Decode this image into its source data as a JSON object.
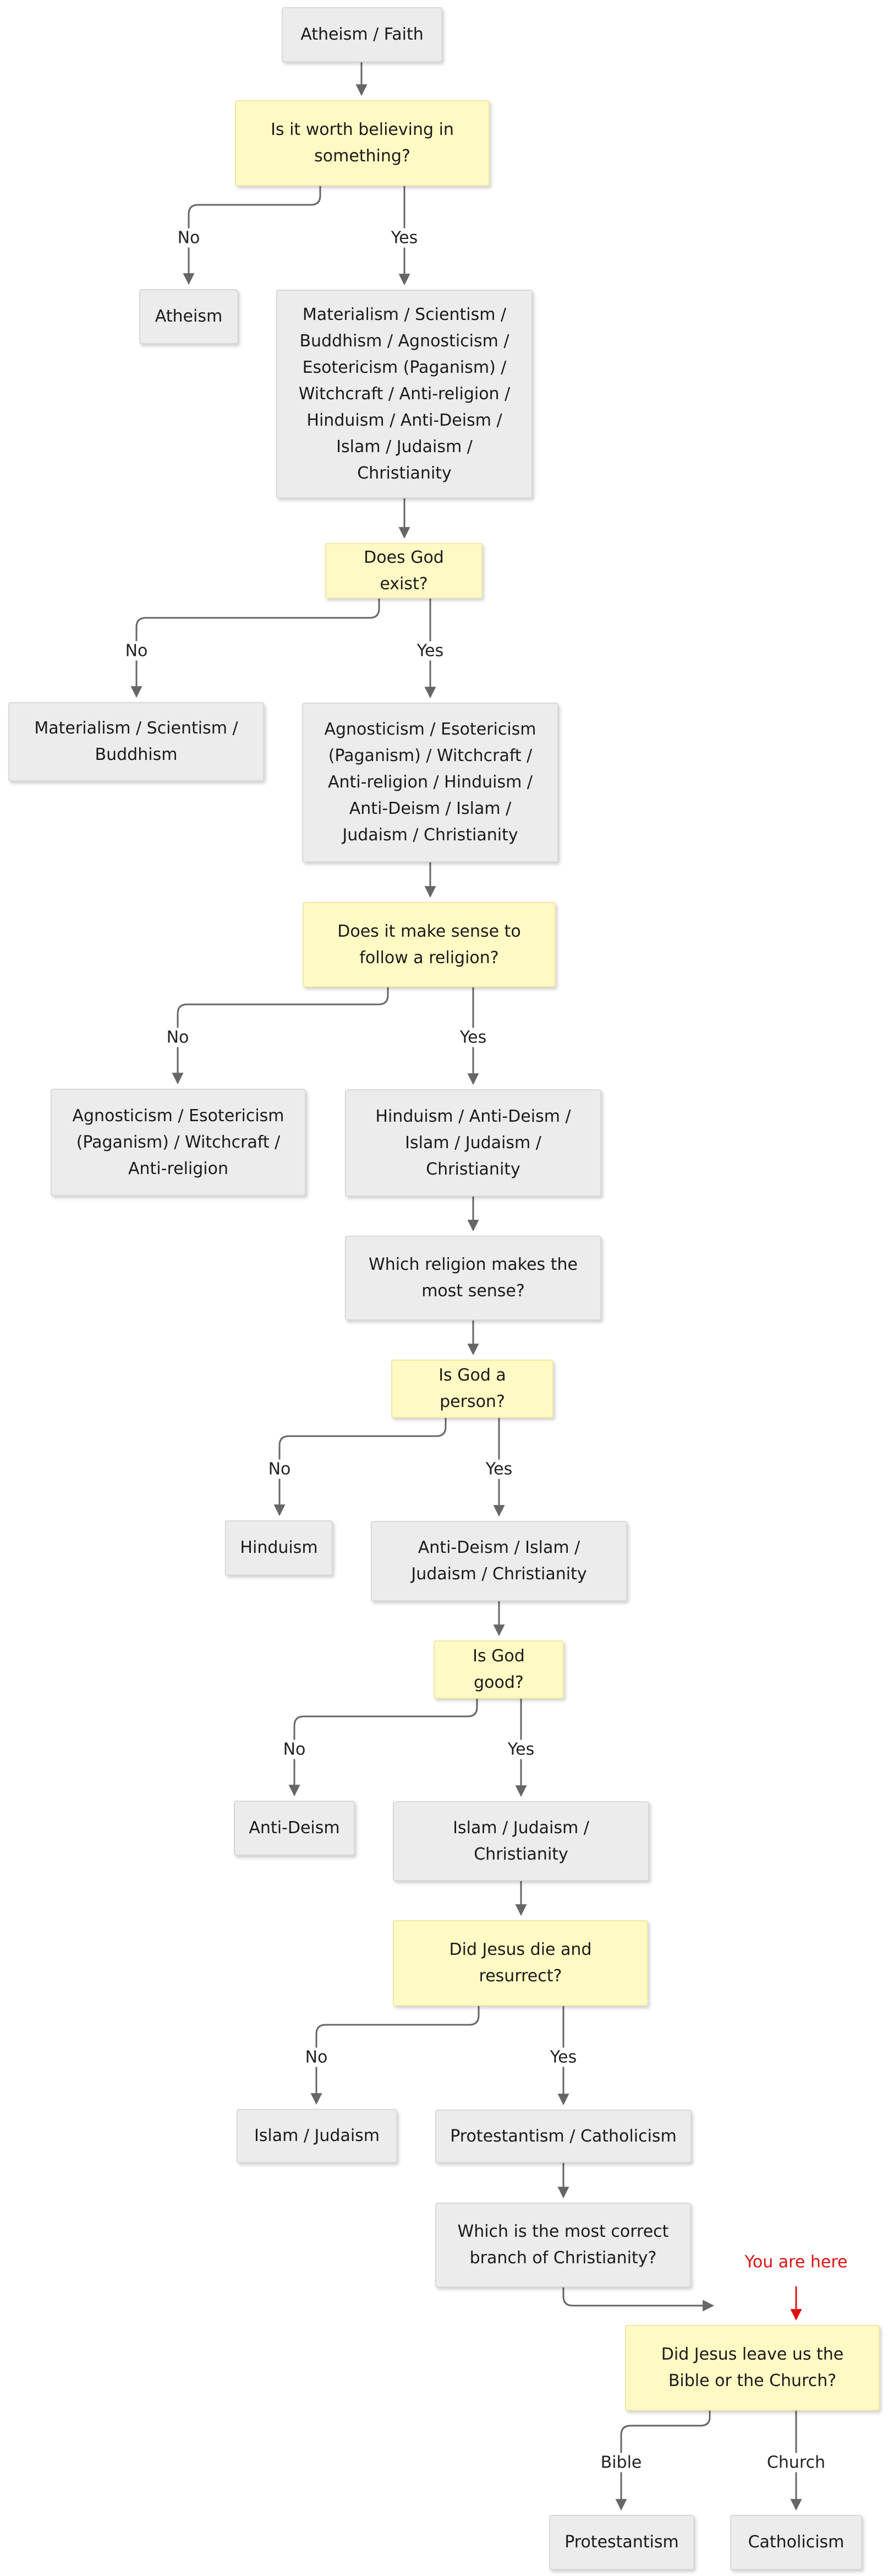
{
  "colors": {
    "box": "#ececec",
    "question": "#fff9c4",
    "line": "#666666",
    "highlight": "#e01010"
  },
  "nodes": {
    "start": "Atheism / Faith",
    "q_worth": "Is it worth believing in something?",
    "atheism": "Atheism",
    "all_beliefs": "Materialism / Scientism / Buddhism / Agnosticism / Esotericism (Paganism) / Witchcraft / Anti-religion / Hinduism / Anti-Deism / Islam / Judaism / Christianity",
    "q_god_exist": "Does God exist?",
    "materialism": "Materialism / Scientism / Buddhism",
    "theists": "Agnosticism / Esotericism (Paganism) / Witchcraft / Anti-religion / Hinduism / Anti-Deism / Islam / Judaism / Christianity",
    "q_religion": "Does it make sense to follow a religion?",
    "agnosticism": "Agnosticism / Esotericism (Paganism) / Witchcraft / Anti-religion",
    "religions": "Hinduism / Anti-Deism / Islam / Judaism / Christianity",
    "which_religion": "Which religion makes the most sense?",
    "q_person": "Is God a person?",
    "hinduism": "Hinduism",
    "personal": "Anti-Deism / Islam / Judaism / Christianity",
    "q_good": "Is God good?",
    "antideism": "Anti-Deism",
    "abrahamic": "Islam / Judaism / Christianity",
    "q_jesus": "Did Jesus die and resurrect?",
    "islam_judaism": "Islam / Judaism",
    "christian": "Protestantism / Catholicism",
    "which_branch": "Which is the most correct branch of Christianity?",
    "q_bible": "Did Jesus leave us the Bible or the Church?",
    "protestantism": "Protestantism",
    "catholicism": "Catholicism"
  },
  "labels": {
    "no": "No",
    "yes": "Yes",
    "bible": "Bible",
    "church": "Church"
  },
  "annotation": "You are here"
}
